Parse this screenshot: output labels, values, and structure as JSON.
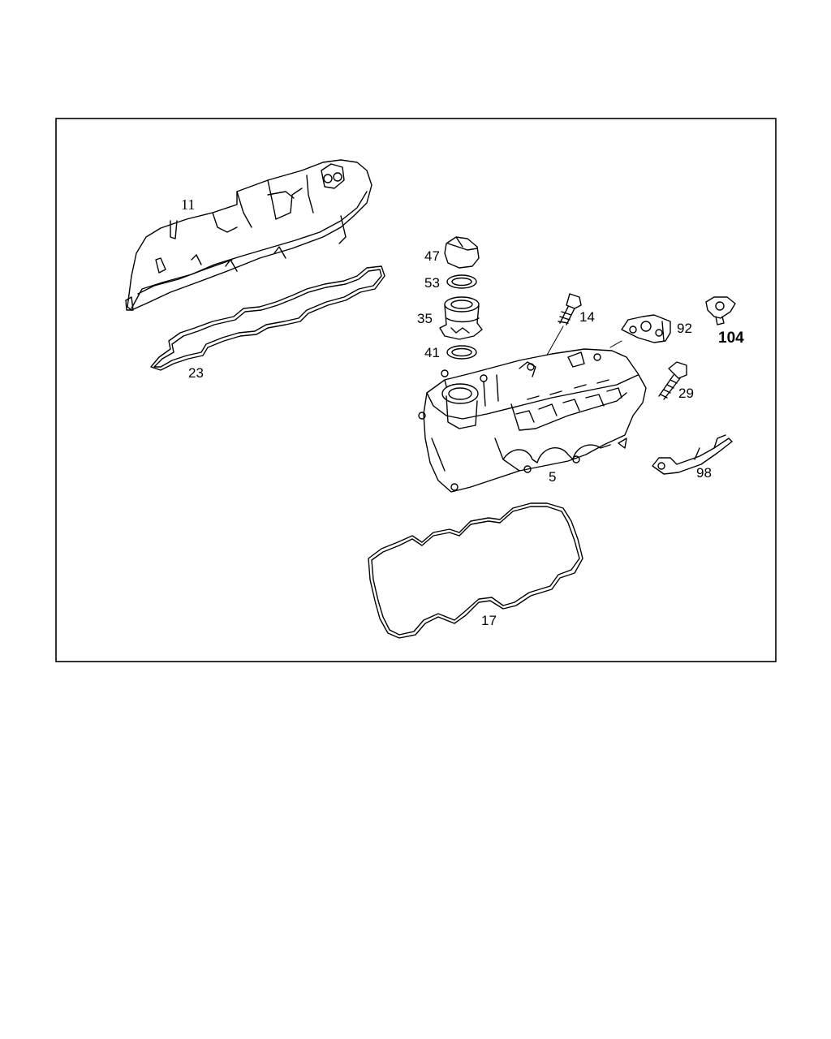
{
  "diagram": {
    "parts": [
      {
        "id": "cover-left",
        "label": "11"
      },
      {
        "id": "gasket-left",
        "label": "23"
      },
      {
        "id": "cap",
        "label": "47"
      },
      {
        "id": "seal-ring-upper",
        "label": "53"
      },
      {
        "id": "filler-neck",
        "label": "35"
      },
      {
        "id": "seal-ring-lower",
        "label": "41"
      },
      {
        "id": "bolt",
        "label": "14"
      },
      {
        "id": "bracket",
        "label": "92"
      },
      {
        "id": "clip",
        "label": "104"
      },
      {
        "id": "screw",
        "label": "29"
      },
      {
        "id": "cover-right",
        "label": "5"
      },
      {
        "id": "holder",
        "label": "98"
      },
      {
        "id": "gasket-right",
        "label": "17"
      }
    ]
  }
}
